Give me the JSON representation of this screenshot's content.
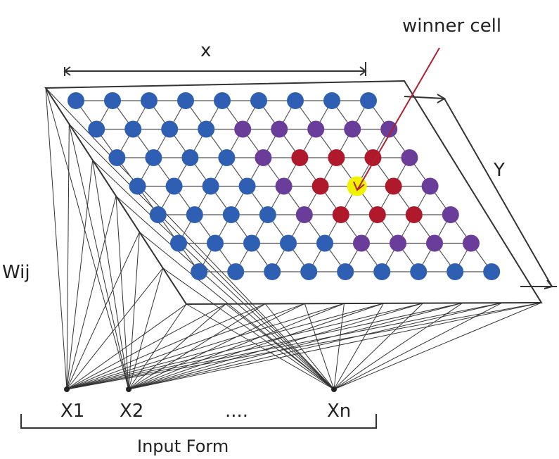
{
  "labels": {
    "x_axis": "x",
    "y_axis": "Y",
    "winner": "winner cell",
    "weights": "Wij",
    "input_1": "X1",
    "input_2": "X2",
    "input_dots": "....",
    "input_n": "Xn",
    "input_form": "Input Form"
  },
  "grid": {
    "rows": [
      [
        "b",
        "b",
        "b",
        "b",
        "b",
        "b",
        "b",
        "b",
        "b"
      ],
      [
        "b",
        "b",
        "b",
        "b",
        "p",
        "p",
        "p",
        "p",
        "p"
      ],
      [
        "b",
        "b",
        "b",
        "b",
        "p",
        "r",
        "r",
        "r",
        "p"
      ],
      [
        "b",
        "b",
        "b",
        "b",
        "p",
        "r",
        "y",
        "r",
        "p"
      ],
      [
        "b",
        "b",
        "b",
        "b",
        "p",
        "r",
        "r",
        "r",
        "p"
      ],
      [
        "b",
        "b",
        "b",
        "b",
        "b",
        "p",
        "p",
        "p",
        "p"
      ],
      [
        "b",
        "b",
        "b",
        "b",
        "b",
        "b",
        "b",
        "b",
        "b"
      ]
    ],
    "colors": {
      "b": "#2f5fb3",
      "p": "#6a3d9a",
      "r": "#b0182b",
      "y": "#f2f200"
    }
  }
}
